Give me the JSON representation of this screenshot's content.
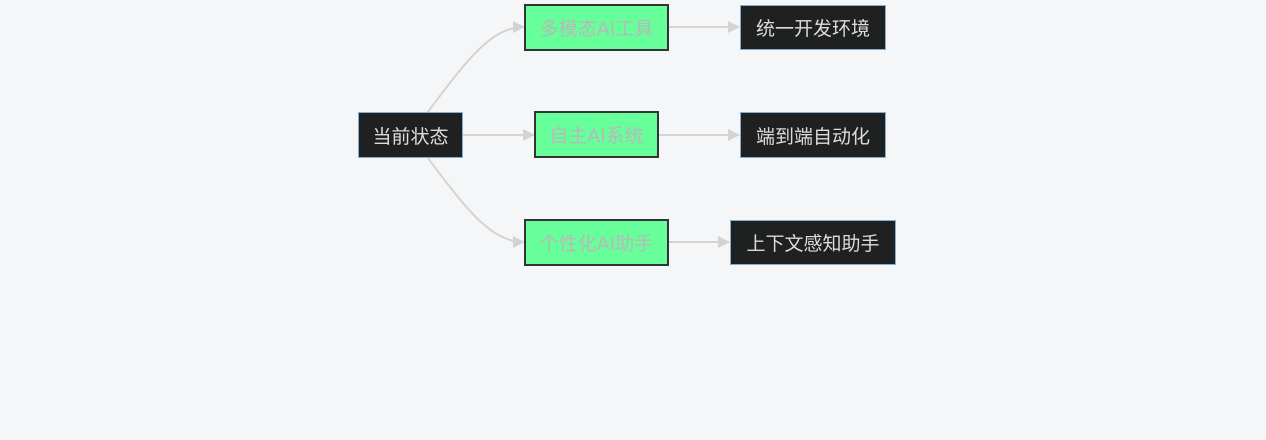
{
  "diagram": {
    "type": "flowchart",
    "colors": {
      "background": "#f5f6f8",
      "dark_fill": "#1f2020",
      "dark_border": "#7fb0d8",
      "dark_text": "#dcdcdc",
      "green_fill": "#66ff99",
      "green_border": "#333333",
      "green_text": "#b9b9b9",
      "edge": "#d3d3d3"
    },
    "nodes": {
      "current_state": "当前状态",
      "multimodal_tools": "多模态AI工具",
      "autonomous_systems": "自主AI系统",
      "personalized_assistant": "个性化AI助手",
      "unified_env": "统一开发环境",
      "end_to_end": "端到端自动化",
      "context_aware": "上下文感知助手"
    },
    "edges": [
      {
        "from": "current_state",
        "to": "multimodal_tools"
      },
      {
        "from": "current_state",
        "to": "autonomous_systems"
      },
      {
        "from": "current_state",
        "to": "personalized_assistant"
      },
      {
        "from": "multimodal_tools",
        "to": "unified_env"
      },
      {
        "from": "autonomous_systems",
        "to": "end_to_end"
      },
      {
        "from": "personalized_assistant",
        "to": "context_aware"
      }
    ]
  }
}
